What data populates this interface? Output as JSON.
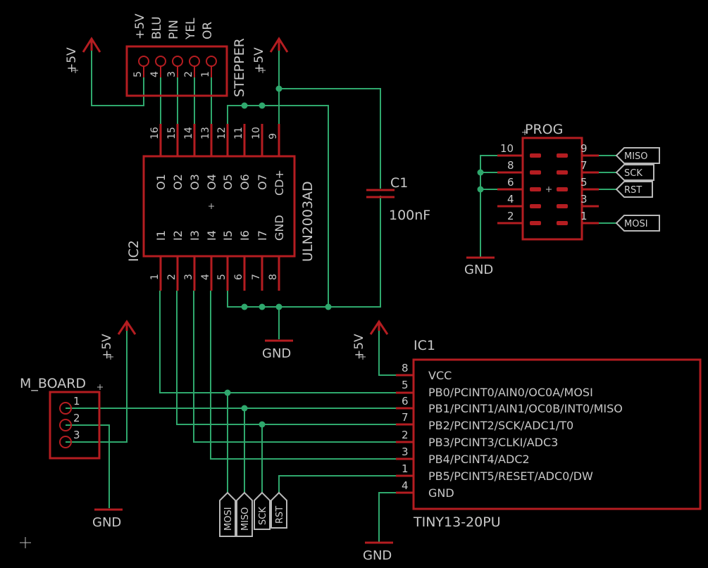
{
  "colors": {
    "background": "#000000",
    "wire": "#2fa86d",
    "part": "#b41d21",
    "text": "#c7c7c7"
  },
  "supply": {
    "vcc": "+5V",
    "gnd": "GND"
  },
  "stepper": {
    "name": "STEPPER",
    "labels": [
      "+5V",
      "BLU",
      "PIN",
      "YEL",
      "OR"
    ],
    "pins": [
      "5",
      "4",
      "3",
      "2",
      "1"
    ]
  },
  "uln": {
    "name": "IC2",
    "value": "ULN2003AD",
    "top_pins": [
      "16",
      "15",
      "14",
      "13",
      "12",
      "11",
      "10",
      "9"
    ],
    "top_labels": [
      "O1",
      "O2",
      "O3",
      "O4",
      "O5",
      "O6",
      "O7",
      "CD+"
    ],
    "bottom_pins": [
      "1",
      "2",
      "3",
      "4",
      "5",
      "6",
      "7",
      "8"
    ],
    "bottom_labels": [
      "I1",
      "I2",
      "I3",
      "I4",
      "I5",
      "I6",
      "I7",
      "GND"
    ]
  },
  "capacitor": {
    "name": "C1",
    "value": "100nF"
  },
  "prog": {
    "name": "PROG",
    "left_pins": [
      "10",
      "8",
      "6",
      "4",
      "2"
    ],
    "right_pins": [
      "9",
      "7",
      "5",
      "3",
      "1"
    ],
    "tags": [
      "MISO",
      "SCK",
      "RST",
      "MOSI"
    ]
  },
  "mboard": {
    "name": "M_BOARD",
    "pins": [
      "1",
      "2",
      "3"
    ]
  },
  "mcu": {
    "name": "IC1",
    "value": "TINY13-20PU",
    "pin_numbers": [
      "8",
      "5",
      "6",
      "7",
      "2",
      "3",
      "1",
      "4"
    ],
    "pin_labels": [
      "VCC",
      "PB0/PCINT0/AIN0/OC0A/MOSI",
      "PB1/PCINT1/AIN1/OC0B/INT0/MISO",
      "PB2/PCINT2/SCK/ADC1/T0",
      "PB3/PCINT3/CLKI/ADC3",
      "PB4/PCINT4/ADC2",
      "PB5/PCINT5/RESET/ADC0/DW",
      "GND"
    ]
  },
  "bottom_tags": [
    "MOSI",
    "MISO",
    "SCK",
    "RST"
  ]
}
